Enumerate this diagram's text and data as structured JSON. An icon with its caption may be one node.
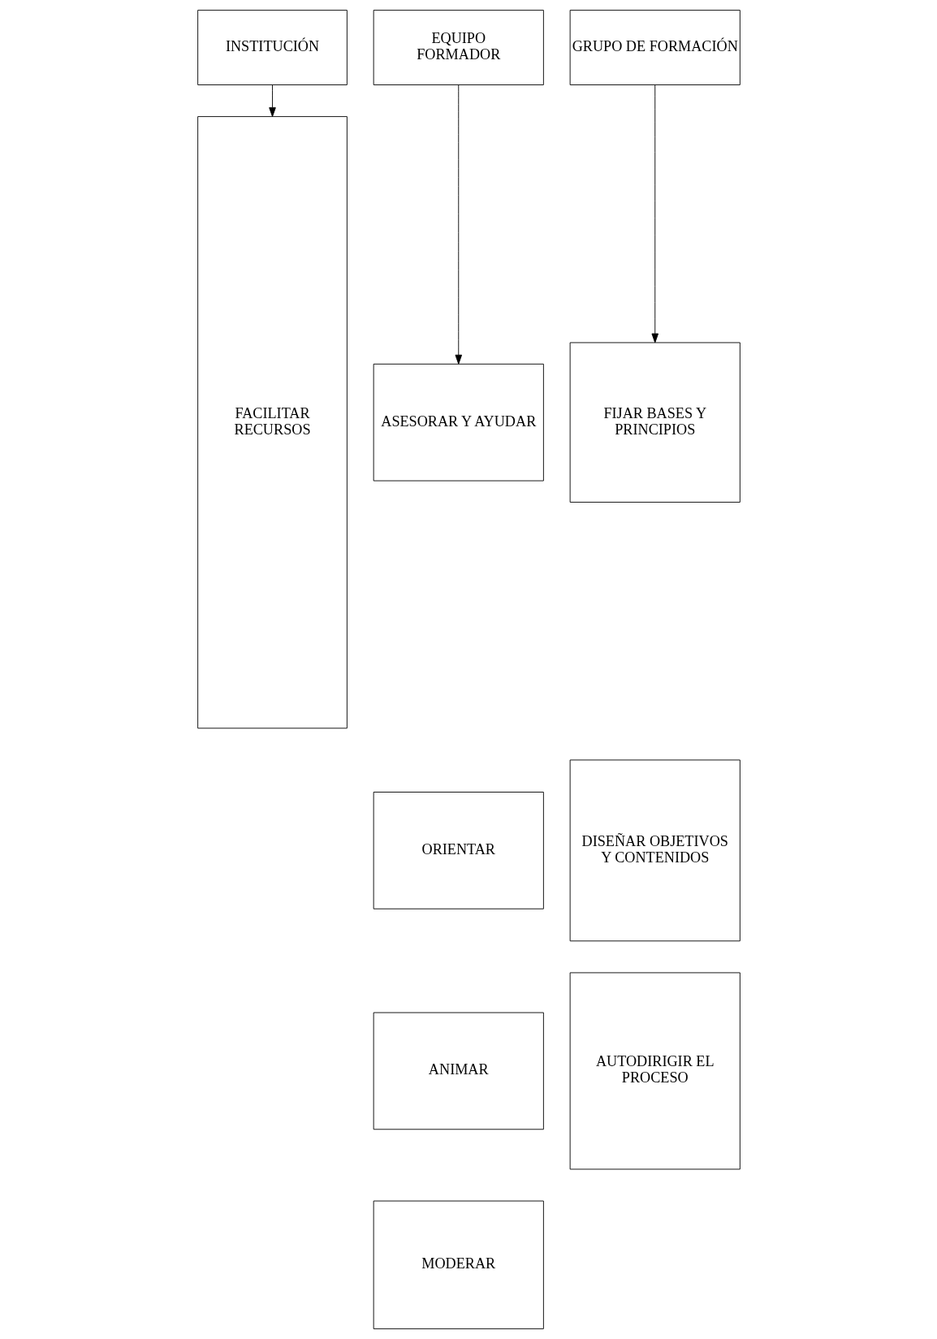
{
  "diagram": {
    "nodes": [
      {
        "text": [
          "INSTITUCIÓN"
        ]
      },
      {
        "text": [
          "EQUIPO FORMADOR"
        ]
      },
      {
        "text": [
          "GRUPO DE FORMACIÓN"
        ]
      },
      {
        "text": [
          "FACILITAR RECURSOS"
        ]
      },
      {
        "text": [
          "ASESORAR Y AYUDAR"
        ]
      },
      {
        "text": [
          "FIJAR BASES Y PRINCIPIOS"
        ]
      },
      {
        "text": [
          "ORIENTAR"
        ]
      },
      {
        "text": [
          "DISEÑAR OBJETIVOS Y CONTENIDOS"
        ]
      },
      {
        "text": [
          "ANIMAR"
        ]
      },
      {
        "text": [
          "AUTODIRIGIR EL PROCESO"
        ]
      },
      {
        "text": [
          "MODERAR"
        ]
      }
    ],
    "edges": [
      {
        "from": 0,
        "to": 3,
        "arrow": "to"
      },
      {
        "from": 1,
        "to": 4,
        "arrow": "to"
      },
      {
        "from": 2,
        "to": 5,
        "arrow": "to"
      }
    ]
  }
}
